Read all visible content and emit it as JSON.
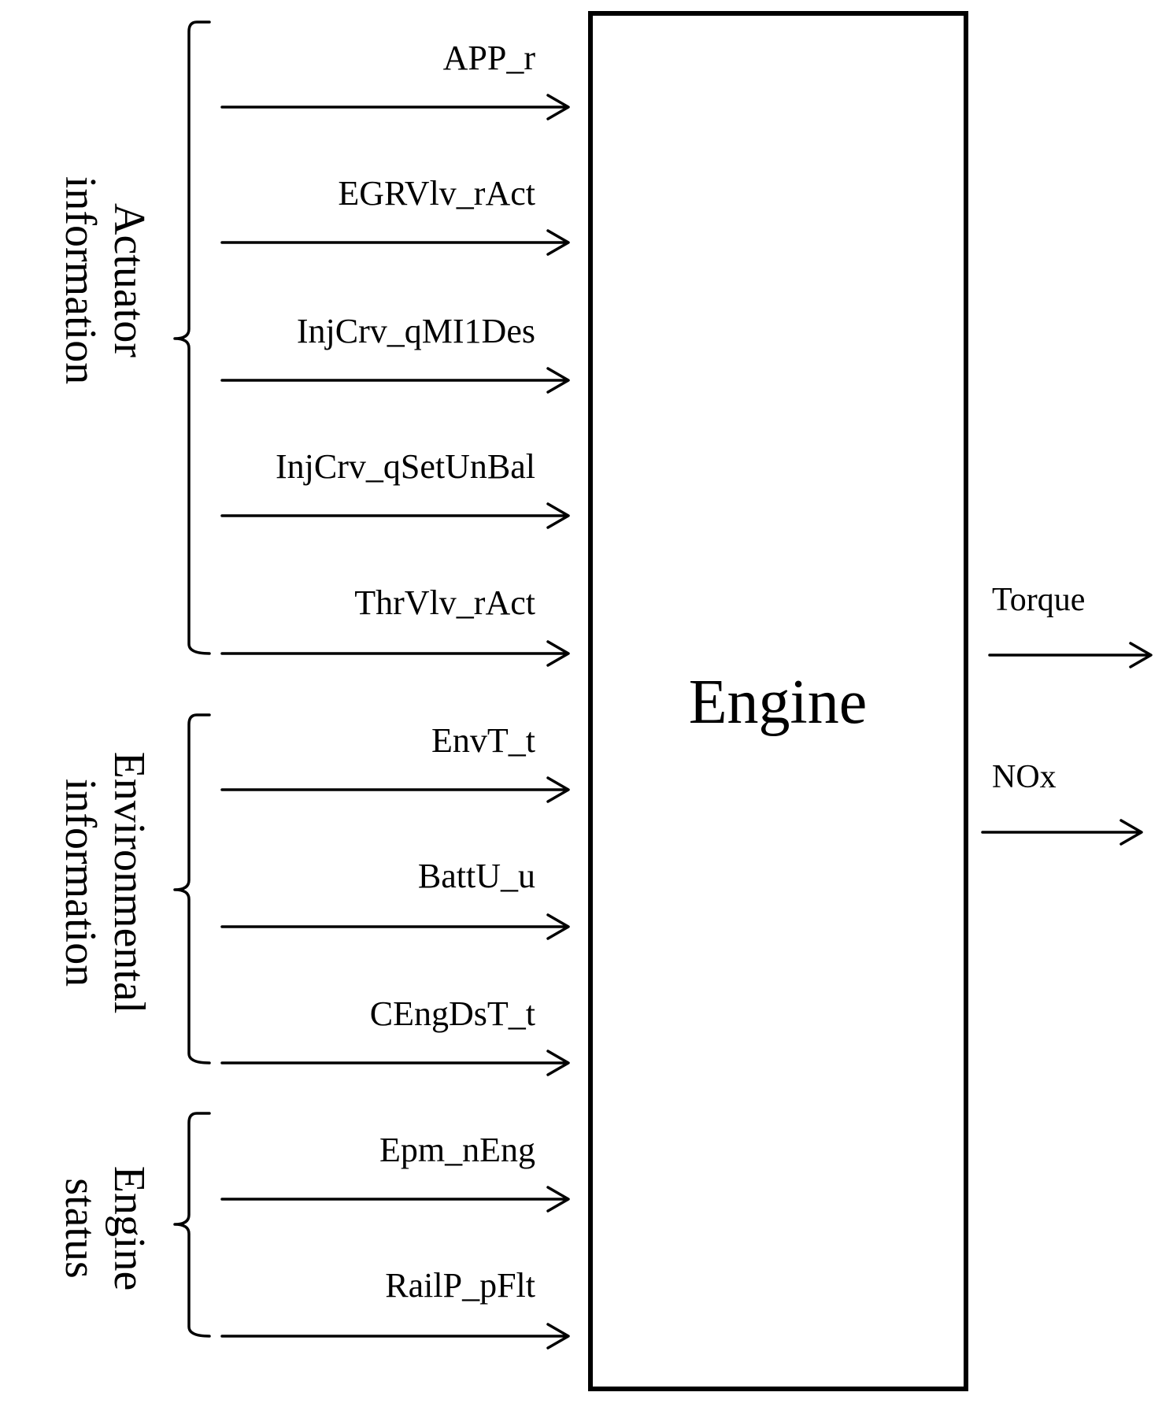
{
  "block": {
    "label": "Engine"
  },
  "groups": [
    {
      "id": "actuator",
      "lines": [
        "Actuator",
        "information"
      ]
    },
    {
      "id": "environmental",
      "lines": [
        "Environmental",
        "information"
      ]
    },
    {
      "id": "engine-status",
      "lines": [
        "Engine",
        "status"
      ]
    }
  ],
  "inputs": [
    {
      "label": "APP_r"
    },
    {
      "label": "EGRVlv_rAct"
    },
    {
      "label": "InjCrv_qMI1Des"
    },
    {
      "label": "InjCrv_qSetUnBal"
    },
    {
      "label": "ThrVlv_rAct"
    },
    {
      "label": "EnvT_t"
    },
    {
      "label": "BattU_u"
    },
    {
      "label": "CEngDsT_t"
    },
    {
      "label": "Epm_nEng"
    },
    {
      "label": "RailP_pFlt"
    }
  ],
  "outputs": [
    {
      "label": "Torque"
    },
    {
      "label": "NOx"
    }
  ]
}
